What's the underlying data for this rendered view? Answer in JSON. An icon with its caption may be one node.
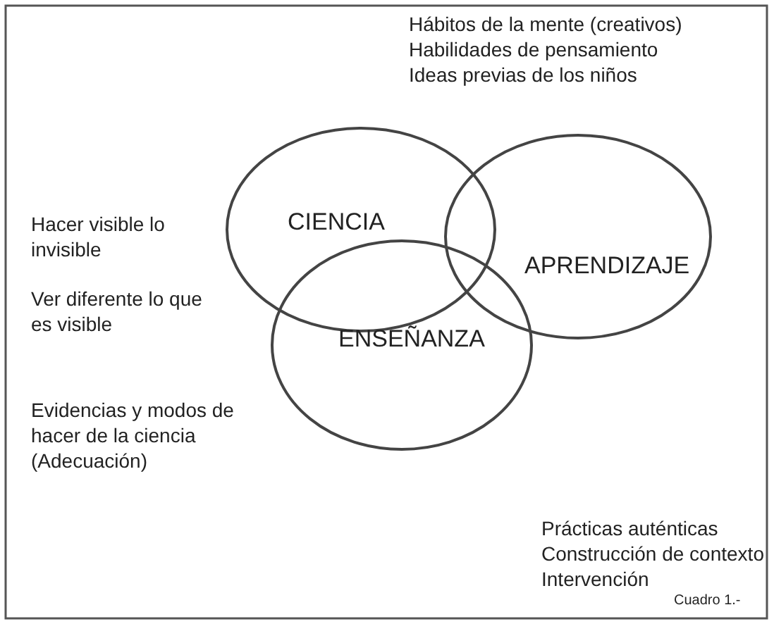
{
  "diagram": {
    "caption": "Cuadro 1.-",
    "nodes": [
      {
        "text": [
          "CIENCIA"
        ]
      },
      {
        "text": [
          "APRENDIZAJE"
        ]
      },
      {
        "text": [
          "ENSEÑANZA"
        ]
      }
    ],
    "labels": [
      "Hábitos de la mente (creativos)",
      "Habilidades de pensamiento",
      "Ideas previas de los niños",
      "Hacer visible lo invisible",
      "Ver diferente lo que es visible",
      "Evidencias y modos de hacer de la ciencia (Adecuación)",
      "Prácticas auténticas",
      "Construcción de contexto",
      "Intervención"
    ]
  }
}
